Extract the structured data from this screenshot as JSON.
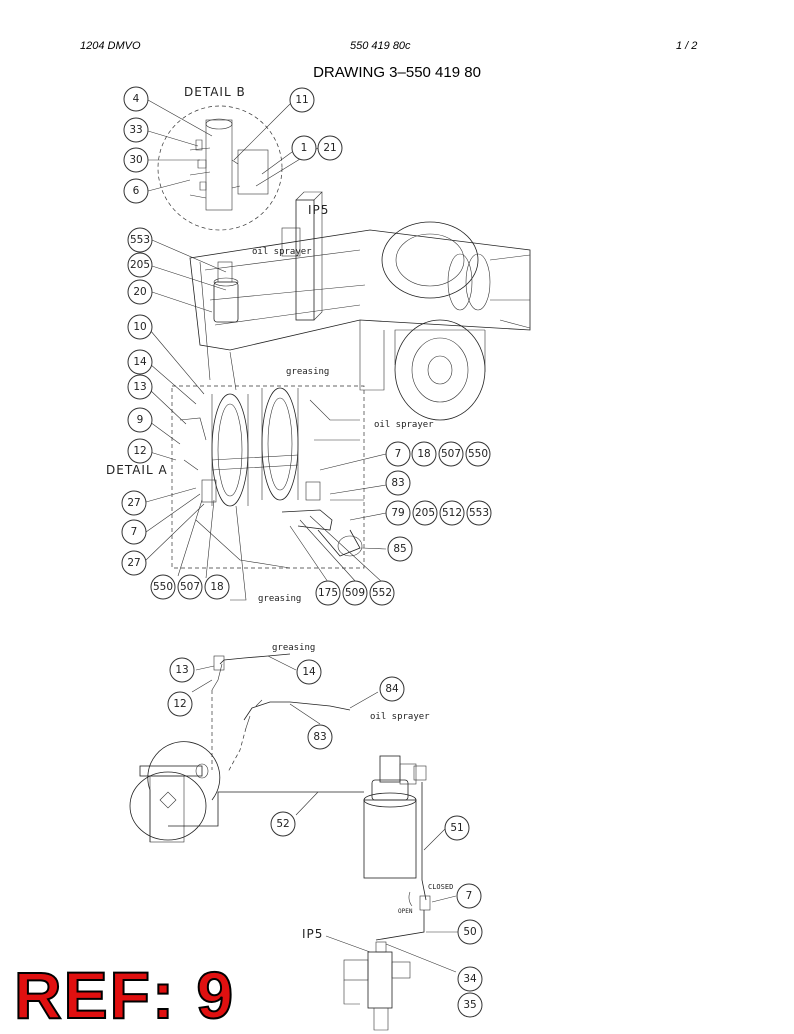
{
  "header": {
    "left": "1204 DMVO",
    "center": "550 419 80c",
    "right": "1 /  2"
  },
  "title": "DRAWING 3–550 419 80",
  "detail_labels": {
    "b": "DETAIL B",
    "a": "DETAIL A"
  },
  "annotations": {
    "oil_sprayer_top": "oil sprayer",
    "greasing_upper": "greasing",
    "oil_sprayer_mid": "oil sprayer",
    "greasing_lower": "greasing",
    "greasing_schematic": "greasing",
    "oil_sprayer_schematic": "oil sprayer",
    "ip5_top": "IP5",
    "ip5_bottom": "IP5",
    "closed": "CLOSED",
    "open": "OPEN"
  },
  "bubbles": {
    "b4": "4",
    "b33": "33",
    "b30": "30",
    "b6": "6",
    "b11": "11",
    "b1": "1",
    "b21": "21",
    "b553a": "553",
    "b205a": "205",
    "b20": "20",
    "b10": "10",
    "b14a": "14",
    "b13a": "13",
    "b9": "9",
    "b12a": "12",
    "b27a": "27",
    "b7a": "7",
    "b27b": "27",
    "b550a": "550",
    "b507a": "507",
    "b18a": "18",
    "b7b": "7",
    "b18b": "18",
    "b507b": "507",
    "b550b": "550",
    "b83a": "83",
    "b79": "79",
    "b205b": "205",
    "b512": "512",
    "b553b": "553",
    "b85": "85",
    "b175": "175",
    "b509": "509",
    "b552": "552",
    "b13b": "13",
    "b14b": "14",
    "b12b": "12",
    "b84": "84",
    "b83b": "83",
    "b52": "52",
    "b51": "51",
    "b7c": "7",
    "b50": "50",
    "b34": "34",
    "b35": "35"
  },
  "ref": "REF: 9"
}
